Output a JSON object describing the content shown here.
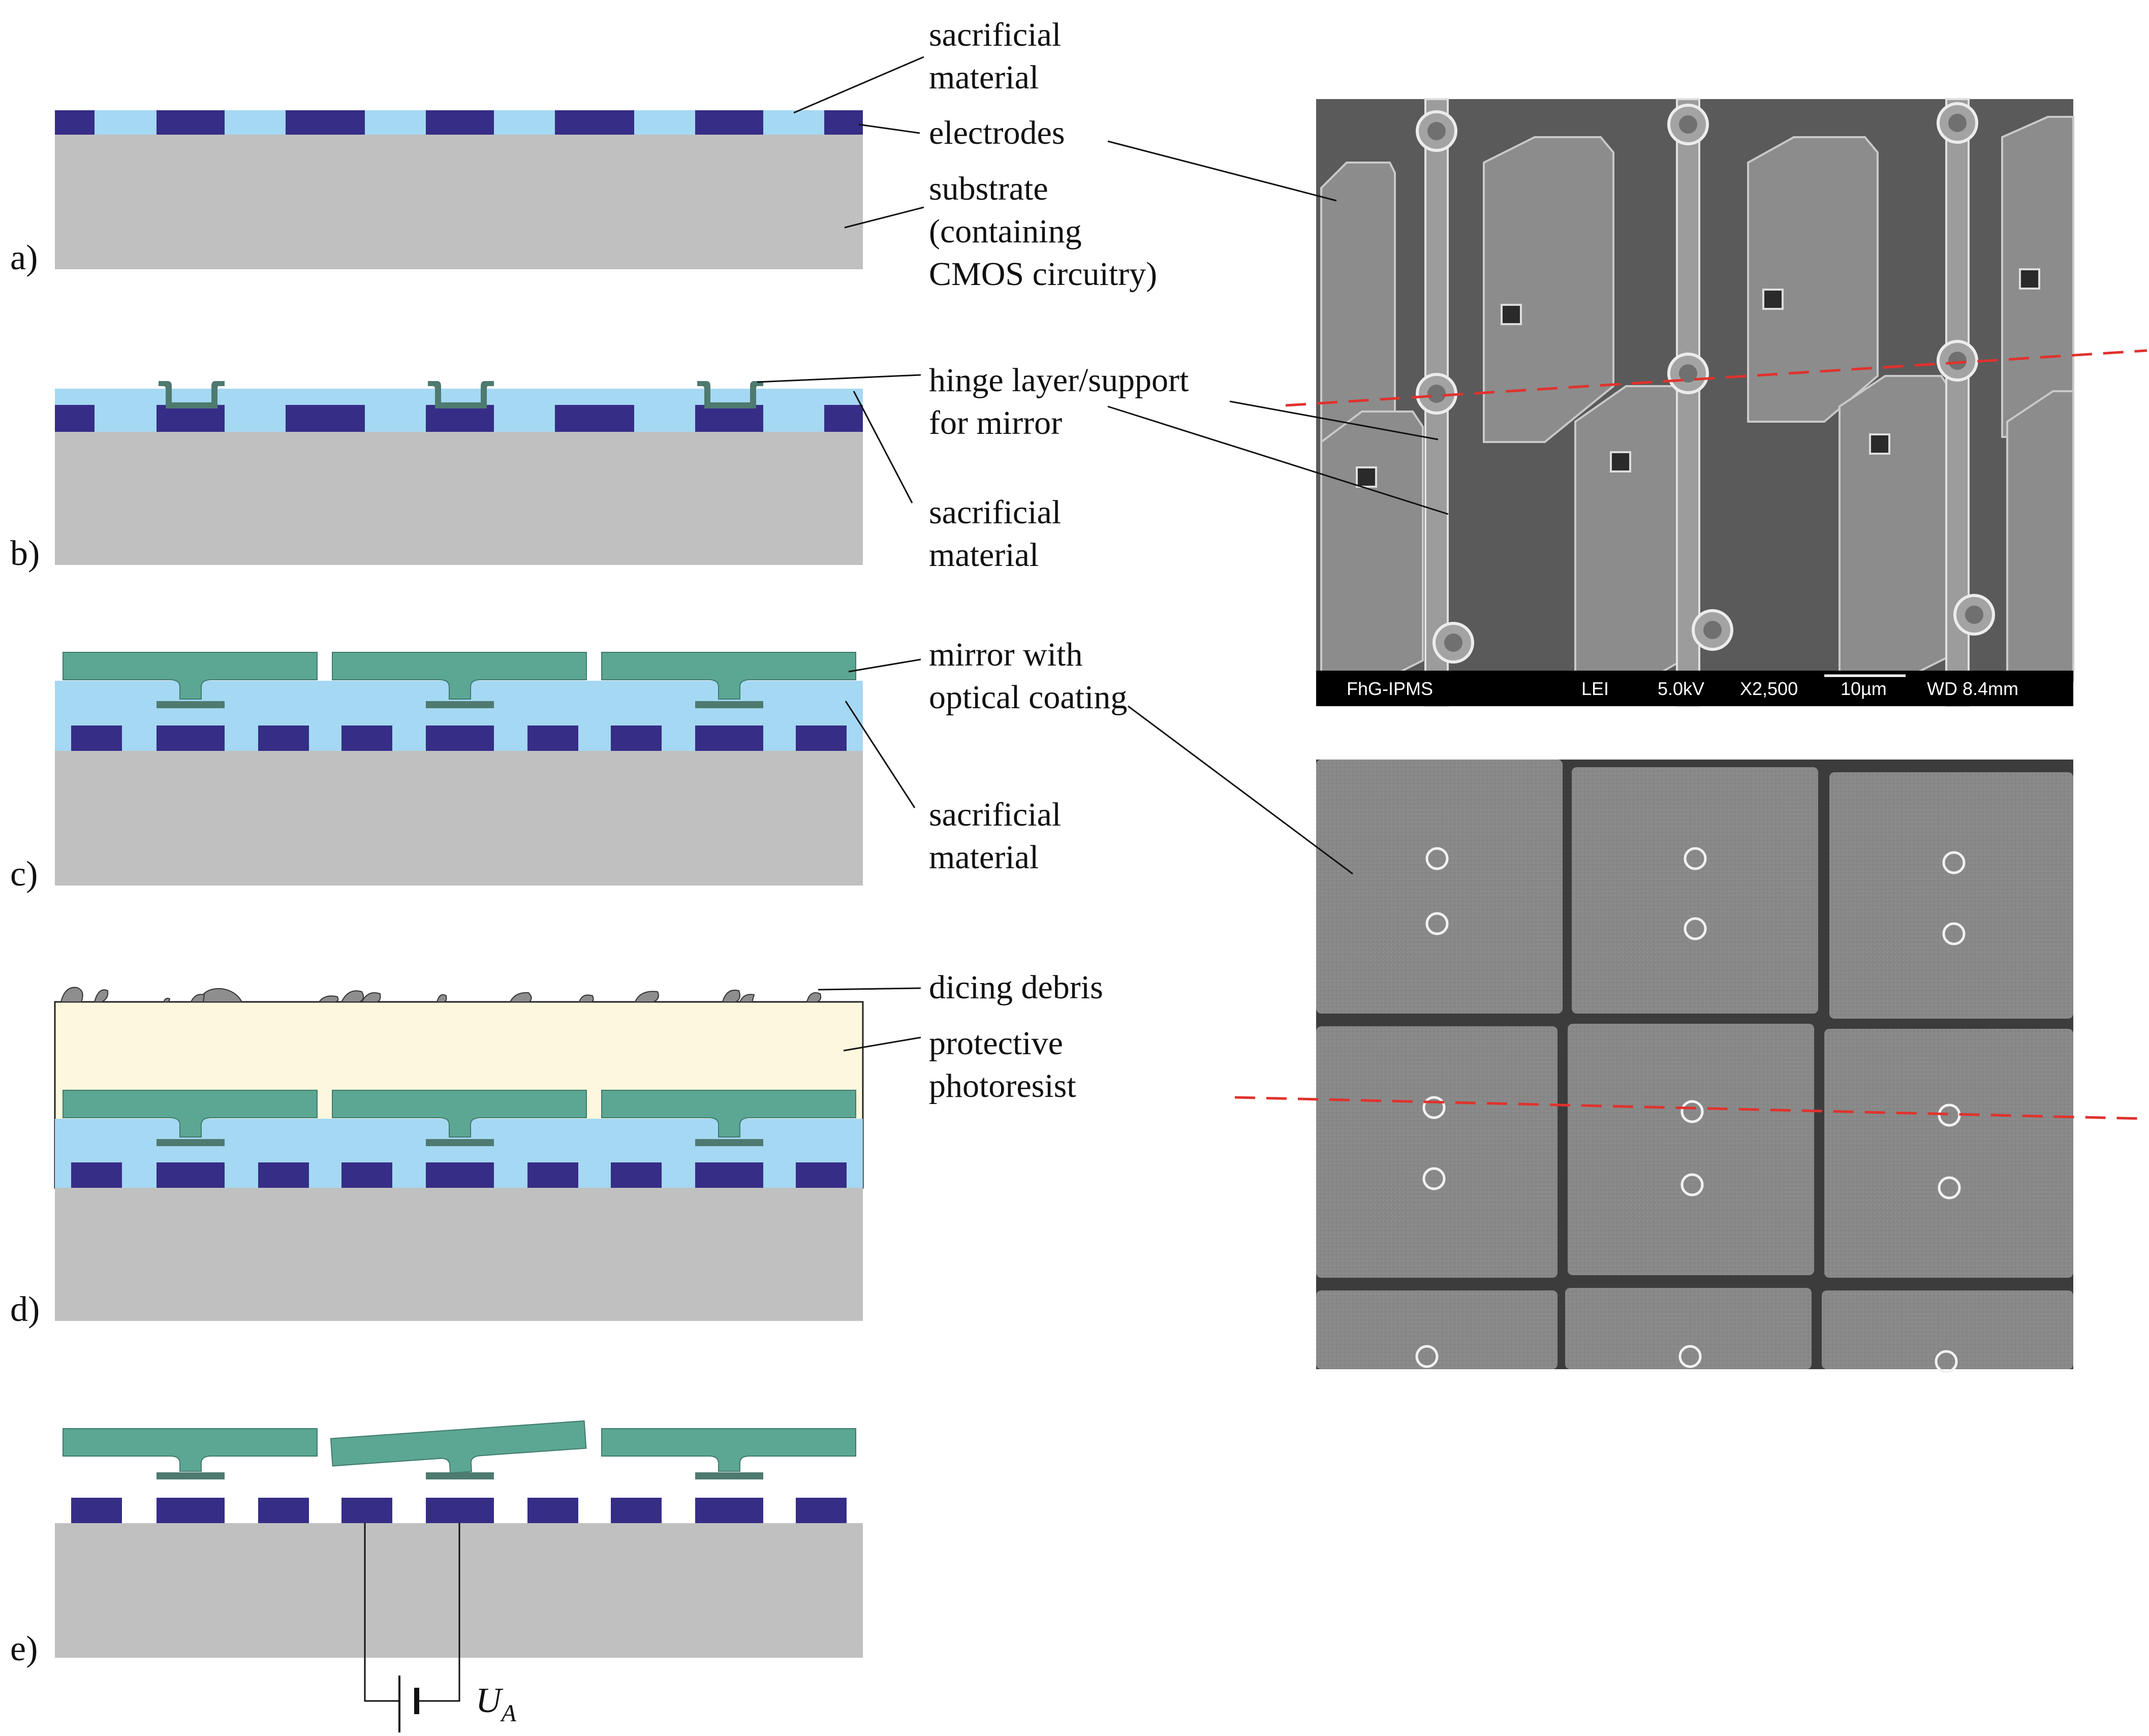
{
  "panels": [
    {
      "id": "a",
      "label": "a)"
    },
    {
      "id": "b",
      "label": "b)"
    },
    {
      "id": "c",
      "label": "c)"
    },
    {
      "id": "d",
      "label": "d)"
    },
    {
      "id": "e",
      "label": "e)"
    }
  ],
  "labels": {
    "a_sacrificial": [
      "sacrificial",
      "material"
    ],
    "a_electrodes": "electrodes",
    "a_substrate": [
      "substrate",
      "(containing",
      "CMOS circuitry)"
    ],
    "b_hinge": [
      "hinge layer/support",
      "for mirror"
    ],
    "b_sacrificial": [
      "sacrificial",
      "material"
    ],
    "c_mirror": [
      "mirror with",
      "optical coating"
    ],
    "c_sacrificial": [
      "sacrificial",
      "material"
    ],
    "d_debris": "dicing debris",
    "d_resist": [
      "protective",
      "photoresist"
    ],
    "e_voltage_symbol": "U",
    "e_voltage_subscript": "A"
  },
  "sem_top": {
    "databar": {
      "instrument": "FhG-IPMS",
      "detector": "LEI",
      "voltage": "5.0kV",
      "magnification": "X2,500",
      "scale": "10µm",
      "working_distance": "WD 8.4mm"
    }
  },
  "colors": {
    "substrate": "#c0c0c0",
    "electrode": "#362d87",
    "sacrificial": "#a5d8f3",
    "mirror": "#5ca694",
    "hinge": "#4e7a70",
    "photoresist": "#fdf8dd",
    "cut_line": "#e0322d"
  }
}
